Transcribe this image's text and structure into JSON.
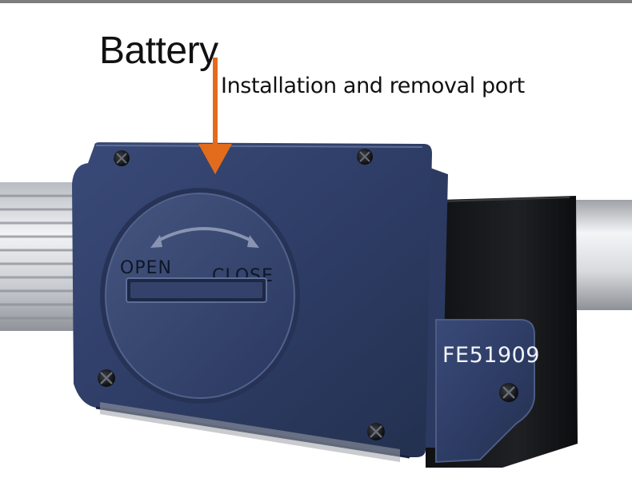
{
  "heading": "Battery",
  "subheading": "Installation and removal port",
  "cap": {
    "open_label": "OPEN",
    "close_label": "CLOSE"
  },
  "model_code": "FE51909",
  "colors": {
    "arrow": "#e26c1c",
    "housing": "#2e3d66",
    "sleeve": "#151618",
    "barrel": "#d0d2d6"
  }
}
